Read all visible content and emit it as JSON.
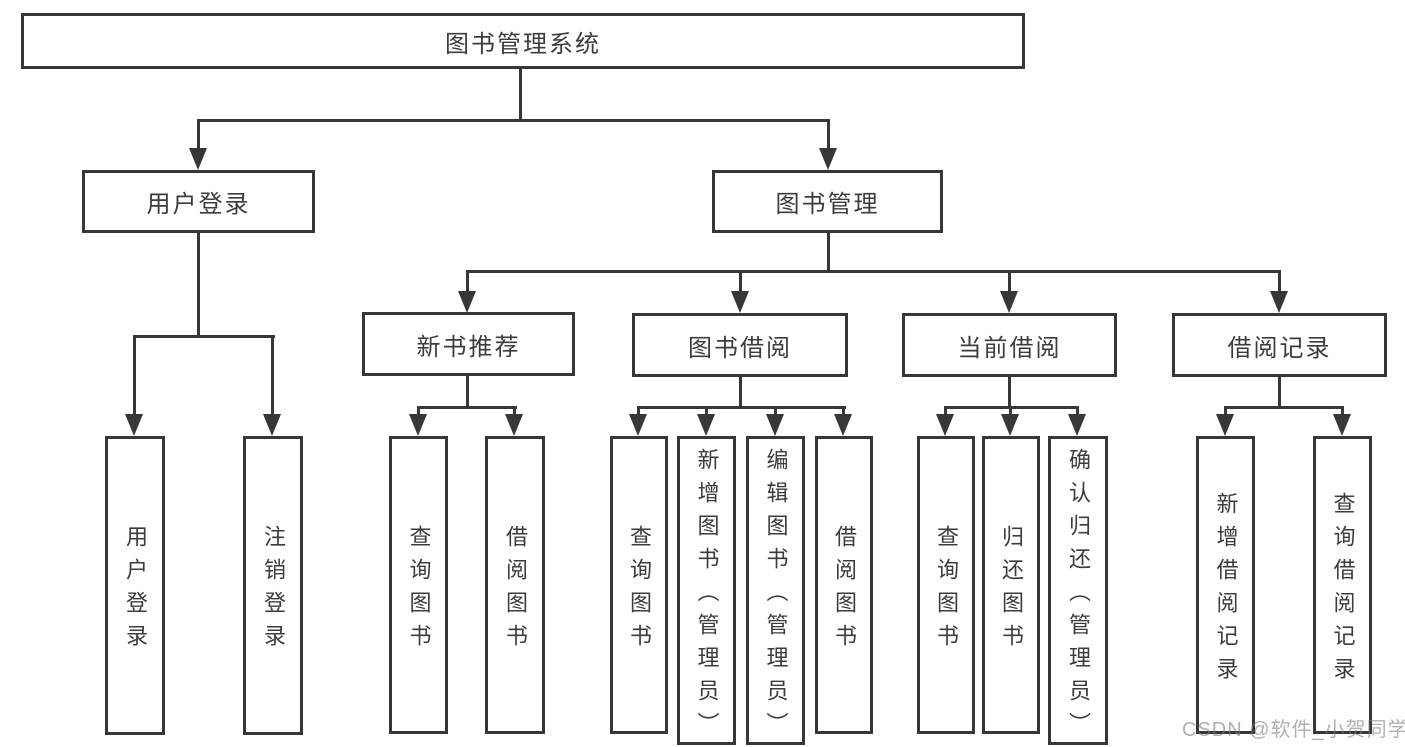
{
  "tree": {
    "root": {
      "label": "图书管理系统",
      "children": [
        {
          "label": "用户登录",
          "children": [
            {
              "label": "用户登录"
            },
            {
              "label": "注销登录"
            }
          ]
        },
        {
          "label": "图书管理",
          "children": [
            {
              "label": "新书推荐",
              "children": [
                {
                  "label": "查询图书"
                },
                {
                  "label": "借阅图书"
                }
              ]
            },
            {
              "label": "图书借阅",
              "children": [
                {
                  "label": "查询图书"
                },
                {
                  "label": "新增图书（管理员）"
                },
                {
                  "label": "编辑图书（管理员）"
                },
                {
                  "label": "借阅图书"
                }
              ]
            },
            {
              "label": "当前借阅",
              "children": [
                {
                  "label": "查询图书"
                },
                {
                  "label": "归还图书"
                },
                {
                  "label": "确认归还（管理员）"
                }
              ]
            },
            {
              "label": "借阅记录",
              "children": [
                {
                  "label": "新增借阅记录"
                },
                {
                  "label": "查询借阅记录"
                }
              ]
            }
          ]
        }
      ]
    }
  },
  "watermark": {
    "text": "CSDN @软件_小贺同学"
  },
  "colors": {
    "background": "#ffffff",
    "line": "#373737",
    "box_border": "#373737",
    "text": "#3c3c3c",
    "watermark_text": "#9a9a9a"
  }
}
